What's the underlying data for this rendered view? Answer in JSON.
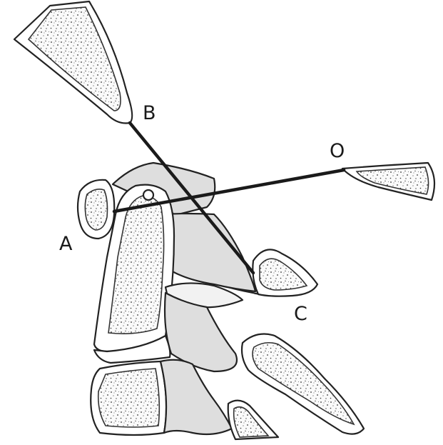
{
  "labels": {
    "a": "A",
    "b": "B",
    "c": "C",
    "o": "O"
  },
  "colors": {
    "ink": "#1a1a1a",
    "bone_fill": "#f2f2f2",
    "bone_shade": "#dedede",
    "background": "#ffffff"
  }
}
